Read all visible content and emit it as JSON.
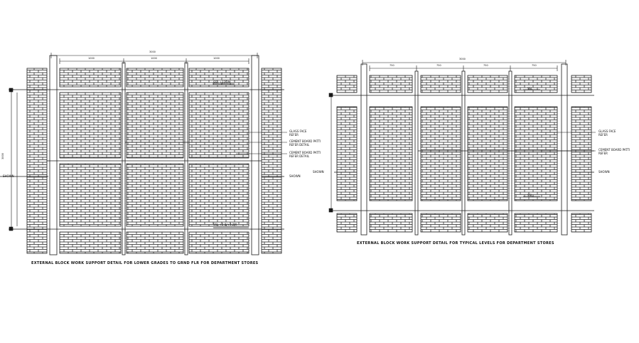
{
  "drawing": {
    "line_color": "#1a1a1a",
    "background": "#ffffff",
    "hatch": "brick-pattern"
  },
  "detail_left": {
    "caption": "EXTERNAL BLOCK WORK SUPPORT DETAIL FOR LOWER GRADES TO GRND FLR FOR DEPARTMENT STORES",
    "top_level_note": "SSL +12.2M",
    "bottom_level_note": "SSL +2.0/+3.2M",
    "callout_1": "GLASS FACE",
    "callout_1b": "REFER",
    "callout_2": "CEMENT BOARD PATTI",
    "callout_2b": "REFER DETAIL",
    "callout_3": "CEMENT BOARD PATTI",
    "callout_3b": "REFER DETAIL",
    "left_label": "SHOWN",
    "right_label": "SHOWN",
    "overall_dim": "3000",
    "bay_dims": [
      "1000",
      "1000",
      "1000"
    ],
    "height_dim": "3000"
  },
  "detail_right": {
    "caption": "EXTERNAL BLOCK WORK SUPPORT DETAIL FOR TYPICAL LEVELS FOR DEPARTMENT STORES",
    "top_level_note": "SSL",
    "bottom_level_note": "SSL",
    "callout_1": "GLASS FACE",
    "callout_1b": "REFER",
    "callout_2": "CEMENT BOARD PATTI",
    "callout_2b": "REFER",
    "left_label": "SHOWN",
    "right_label": "SHOWN",
    "overall_dim": "3000",
    "bay_dims": [
      "750",
      "750",
      "750",
      "750"
    ]
  }
}
